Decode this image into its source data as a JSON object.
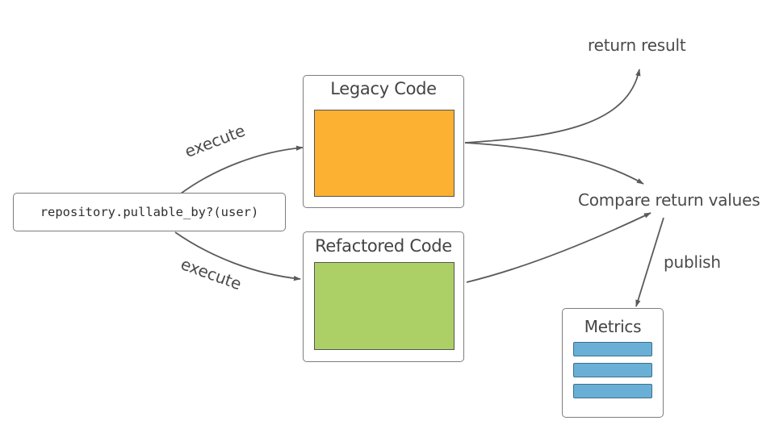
{
  "labels": {
    "execute_top": "execute",
    "execute_bottom": "execute",
    "return_result": "return result",
    "compare": "Compare return values",
    "publish": "publish"
  },
  "nodes": {
    "call": {
      "code": "repository.pullable_by?(user)"
    },
    "legacy": {
      "title": "Legacy Code"
    },
    "refactored": {
      "title": "Refactored Code"
    },
    "metrics": {
      "title": "Metrics",
      "bar_count": 3
    }
  },
  "colors": {
    "legacy_fill": "#fdb133",
    "refactored_fill": "#acd066",
    "metrics_bar": "#6aafd6",
    "stroke": "#5a5a5a"
  }
}
